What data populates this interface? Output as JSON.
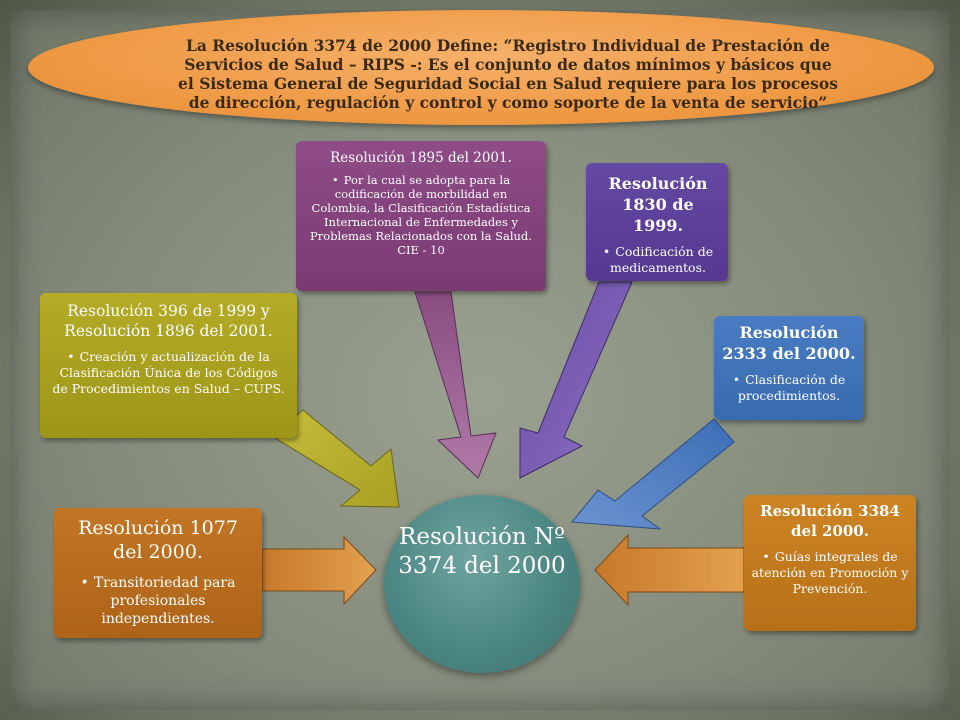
{
  "banner": {
    "text": "La Resolución 3374 de 2000 Define: “Registro Individual de Prestación de Servicios de Salud – RIPS -: Es el conjunto de datos mínimos y básicos que el Sistema General de Seguridad Social en Salud requiere para los procesos de dirección, regulación y control y como soporte de la venta de servicio”"
  },
  "hub": {
    "label": "Resolución Nº 3374 del 2000"
  },
  "boxes": {
    "res1895": {
      "title": "Resolución 1895 del 2001.",
      "bullet": "Por la cual se adopta para la codificación de morbilidad en Colombia, la Clasificación Estadística Internacional de Enfermedades y Problemas Relacionados con la Salud. CIE - 10",
      "color": "#7f3f78"
    },
    "res1830": {
      "title": "Resolución 1830 de 1999.",
      "bullet": "Codificación de medicamentos.",
      "color": "#5c3c97"
    },
    "res396": {
      "title": "Resolución 396 de 1999 y Resolución 1896 del 2001.",
      "bullet": "Creación y actualización de la Clasificación Única de los Códigos de Procedimientos en Salud – CUPS.",
      "color": "#a59c1c"
    },
    "res2333": {
      "title": "Resolución 2333 del 2000.",
      "bullet": "Clasificación de procedimientos.",
      "color": "#3f70b8"
    },
    "res1077": {
      "title": "Resolución 1077 del 2000.",
      "bullet": "Transitoriedad para profesionales independientes.",
      "color": "#b86c1e"
    },
    "res3384": {
      "title": "Resolución 3384 del 2000.",
      "bullet": "Guías integrales de atención en Promoción y Prevención.",
      "color": "#c47b1c"
    }
  }
}
